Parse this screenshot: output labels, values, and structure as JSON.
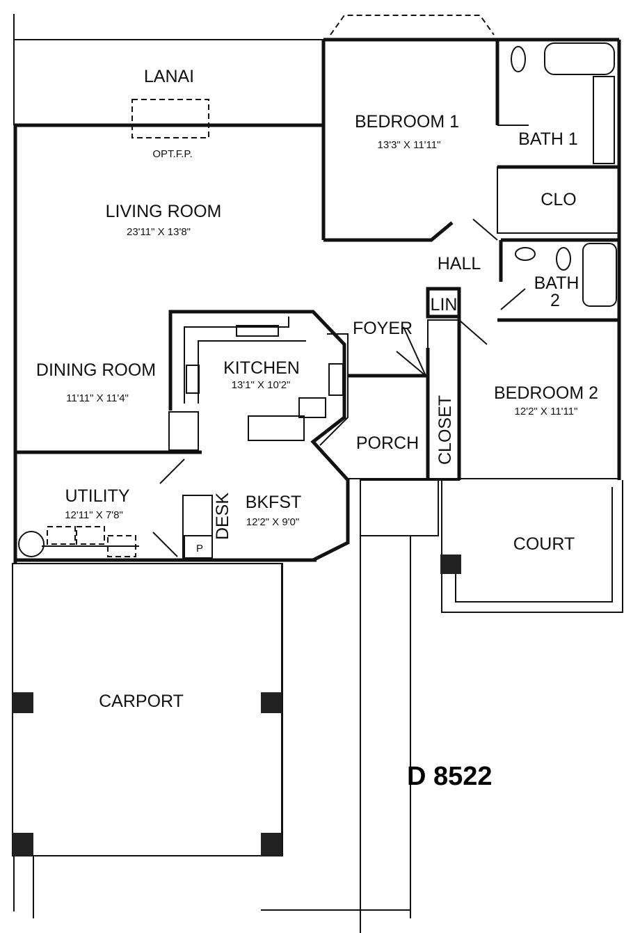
{
  "plan_code": "D 8522",
  "rooms": {
    "lanai": {
      "name": "LANAI",
      "note": "OPT.F.P."
    },
    "bedroom1": {
      "name": "BEDROOM 1",
      "dims": "13'3\" X 11'11\""
    },
    "bath1": {
      "name": "BATH 1"
    },
    "clo": {
      "name": "CLO"
    },
    "living": {
      "name": "LIVING ROOM",
      "dims": "23'11\" X 13'8\""
    },
    "hall": {
      "name": "HALL"
    },
    "bath2": {
      "name": "BATH",
      "num": "2"
    },
    "lin": {
      "name": "LIN"
    },
    "foyer": {
      "name": "FOYER"
    },
    "kitchen": {
      "name": "KITCHEN",
      "dims": "13'1\" X 10'2\""
    },
    "dining": {
      "name": "DINING ROOM",
      "dims": "11'11\" X 11'4\""
    },
    "bedroom2": {
      "name": "BEDROOM 2",
      "dims": "12'2\" X 11'11\""
    },
    "porch": {
      "name": "PORCH"
    },
    "closet": {
      "name": "CLOSET"
    },
    "utility": {
      "name": "UTILITY",
      "dims": "12'11\" X 7'8\""
    },
    "desk": {
      "name": "DESK"
    },
    "pantry": {
      "name": "P"
    },
    "bkfst": {
      "name": "BKFST",
      "dims": "12'2\" X 9'0\""
    },
    "court": {
      "name": "COURT"
    },
    "carport": {
      "name": "CARPORT"
    }
  }
}
